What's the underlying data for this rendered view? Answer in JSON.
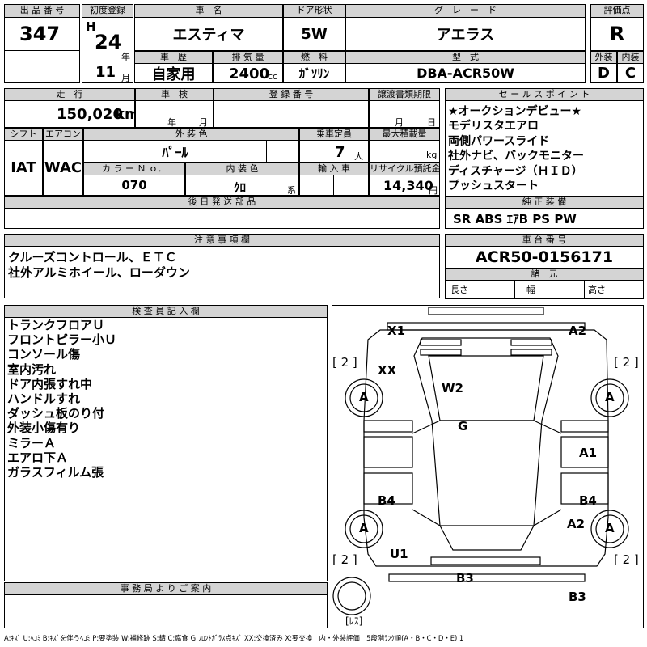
{
  "header": {
    "lot_no_label": "出 品 番 号",
    "lot_no": "347",
    "first_reg_label": "初度登録",
    "era": "H",
    "year": "24",
    "year_unit": "年",
    "month": "11",
    "month_unit": "月",
    "car_name_label": "車　名",
    "car_name": "エスティマ",
    "door_label": "ドア形状",
    "door": "5W",
    "grade_label": "グ　レ　ー　ド",
    "grade": "アエラス",
    "score_label": "評価点",
    "score": "R",
    "history_label": "車　歴",
    "history": "自家用",
    "displacement_label": "排 気 量",
    "displacement": "2400",
    "displacement_unit": "cc",
    "fuel_label": "燃　料",
    "fuel": "ｶﾞｿﾘﾝ",
    "model_label": "型　式",
    "model": "DBA-ACR50W",
    "exterior_label": "外装",
    "exterior": "D",
    "interior_label": "内装",
    "interior": "C"
  },
  "spec": {
    "mileage_label": "走　行",
    "mileage": "150,020",
    "mileage_unit": "km",
    "inspection_label": "車　検",
    "insp_year_unit": "年",
    "insp_month_unit": "月",
    "reg_no_label": "登 録 番 号",
    "transfer_label": "譲渡書類期限",
    "transfer_month_unit": "月",
    "transfer_day_unit": "日",
    "shift_label": "シフト",
    "shift": "IAT",
    "ac_label": "エアコン",
    "ac": "WAC",
    "ext_color_label": "外 装 色",
    "ext_color": "ﾊﾟｰﾙ",
    "capacity_label": "乗車定員",
    "capacity": "7",
    "capacity_unit": "人",
    "max_load_label": "最大積載量",
    "max_load_unit": "kg",
    "color_no_label": "カ ラ ー Ｎ ｏ．",
    "color_no": "070",
    "int_color_label": "内 装 色",
    "int_color": "ｸﾛ",
    "int_color_unit": "系",
    "import_label": "輸 入 車",
    "recycle_label": "リサイクル預託金",
    "recycle": "14,340",
    "recycle_unit": "円",
    "later_parts_label": "後 日 発 送 部 品"
  },
  "sales": {
    "label": "セ ー ル ス ポ イ ン ト",
    "points": [
      "★オークションデビュー★",
      "モデリスタエアロ",
      "両側パワースライド",
      "社外ナビ、バックモニター",
      "ディスチャージ（ＨＩＤ）",
      "プッシュスタート"
    ]
  },
  "equipment": {
    "label": "純 正 装 備",
    "items": "SR ABS ｴｱB PS PW"
  },
  "notes": {
    "label": "注 意 事 項 欄",
    "lines": [
      "クルーズコントロール、ＥＴＣ",
      "社外アルミホイール、ローダウン"
    ]
  },
  "chassis": {
    "label": "車 台 番 号",
    "number": "ACR50-0156171",
    "dims_label": "諸　元",
    "length_label": "長さ",
    "width_label": "幅",
    "height_label": "高さ"
  },
  "inspector": {
    "label": "検 査 員 記 入 欄",
    "lines": [
      "トランクフロアＵ",
      "フロントピラー小Ｕ",
      "コンソール傷",
      "室内汚れ",
      "ドア内張すれ中",
      "ハンドルすれ",
      "ダッシュ板のり付",
      "外装小傷有り",
      "ミラーＡ",
      "エアロ下Ａ",
      "ガラスフィルム張"
    ]
  },
  "office": {
    "label": "事 務 局 よ り ご 案 内"
  },
  "diagram": {
    "marks": {
      "x1": "X1",
      "a2_top": "A2",
      "xx": "XX",
      "w2": "W2",
      "g": "G",
      "tire_fl": "A",
      "tire_fr": "A",
      "tire_rl": "A",
      "tire_rr": "A",
      "a1": "A1",
      "b4_left": "B4",
      "b4_right": "B4",
      "a2_right": "A2",
      "u1": "U1",
      "b3_center": "B3",
      "b3_right": "B3"
    },
    "brackets": {
      "tl": "[ 2 ]",
      "tr": "[ 2 ]",
      "bl": "[ 2 ]",
      "br": "[ 2 ]"
    },
    "spare_label": "[ﾚｽ]"
  },
  "legend": "A:ｷｽﾞ U:ﾍｺﾐ B:ｷｽﾞを伴うﾍｺﾐ P:要塗装 W:補修跡 S:錆 C:腐食 G:ﾌﾛﾝﾄｶﾞﾗｽ点ｷｽﾞ XX:交換済み X:要交換　内・外装評価　5段階ﾗﾝｸ順(A・B・C・D・E) 1"
}
